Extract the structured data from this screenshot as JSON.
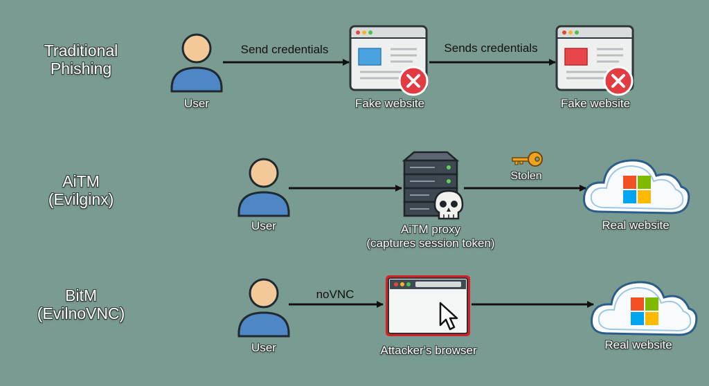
{
  "rows": [
    {
      "title_line1": "Traditional",
      "title_line2": "Phishing",
      "user_label": "User",
      "edge1_label": "Send credentials",
      "node2_label": "Fake website",
      "edge2_label": "Sends credentials",
      "node3_label": "Fake website"
    },
    {
      "title_line1": "AiTM",
      "title_line2": "(Evilginx)",
      "user_label": "User",
      "node2_label_line1": "AiTM proxy",
      "node2_label_line2": "(captures session token)",
      "edge2_label": "Stolen",
      "node3_label": "Real website"
    },
    {
      "title_line1": "BitM",
      "title_line2": "(EvilnoVNC)",
      "user_label": "User",
      "edge1_label": "noVNC",
      "node2_label": "Attacker's browser",
      "node3_label": "Real website"
    }
  ],
  "colors": {
    "background": "#7a9b91",
    "user_head": "#f4c99a",
    "user_body": "#4f86c6",
    "error": "#e23b41",
    "key": "#f0a322",
    "browser_frame_highlight": "#d42121",
    "ms_red": "#f25022",
    "ms_green": "#7fba00",
    "ms_blue": "#00a4ef",
    "ms_yellow": "#ffb900"
  },
  "icons": [
    "user-icon",
    "browser-window-icon",
    "error-x-icon",
    "server-icon",
    "skull-icon",
    "key-icon",
    "cloud-icon",
    "microsoft-logo-icon",
    "cursor-icon"
  ]
}
